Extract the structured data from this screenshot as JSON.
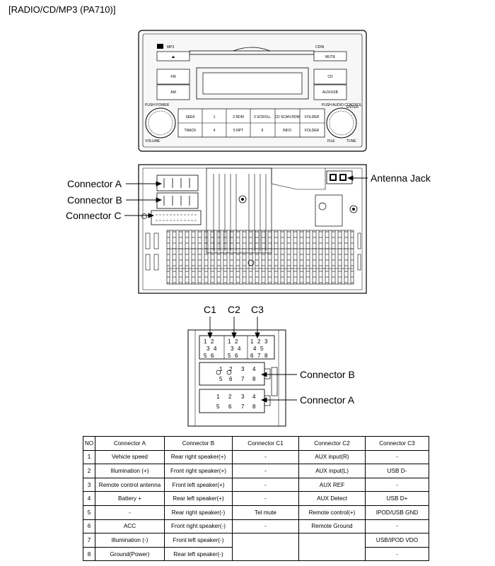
{
  "title": "[RADIO/CD/MP3 (PA710)]",
  "face_labels": {
    "mp3": "MP3",
    "eject": "⏏",
    "cdin": "CDIN",
    "mute": "MUTE",
    "fm": "FM",
    "am": "AM",
    "cd": "CD",
    "aux_usb": "AUX/USB",
    "power": "PUSH POWER",
    "volume": "VOLUME",
    "seek": "SEEK",
    "track": "TRACK",
    "p1": "1",
    "p2": "2 RDM",
    "p3": "3 SCROLL",
    "p4": "4",
    "p5": "5 RPT",
    "p6": "6",
    "cd_scan": "CD SCAN RDM",
    "info": "INFO",
    "folder_up": "FOLDER",
    "folder_down": "FOLDER",
    "audio_control": "PUSH AUDIO CONTROL",
    "enter": "ENTER",
    "file": "FILE",
    "tune": "TUNE"
  },
  "callouts": {
    "connector_a": "Connector A",
    "connector_b": "Connector B",
    "connector_c": "Connector C",
    "antenna_jack": "Antenna Jack"
  },
  "detail": {
    "c1": "C1",
    "c2": "C2",
    "c3": "C3",
    "connector_b": "Connector B",
    "connector_a": "Connector A",
    "c_pins_top": [
      "1",
      "2",
      "1",
      "2",
      "1",
      "2",
      "3"
    ],
    "c_pins_mid": [
      "3",
      "4",
      "3",
      "4",
      "4",
      "5"
    ],
    "c_pins_bot": [
      "5",
      "6",
      "5",
      "6",
      "6",
      "7",
      "8"
    ],
    "ab_pins_top": [
      "1",
      "2",
      "3",
      "4"
    ],
    "ab_pins_bot": [
      "5",
      "6",
      "7",
      "8"
    ]
  },
  "table": {
    "headers": [
      "NO",
      "Connector A",
      "Connector B",
      "Connector C1",
      "Connector C2",
      "Connector C3"
    ],
    "rows": [
      [
        "1",
        "Vehicle speed",
        "Rear right speaker(+)",
        "-",
        "AUX input(R)",
        "-"
      ],
      [
        "2",
        "Illumination (+)",
        "Front right speaker(+)",
        "-",
        "AUX input(L)",
        "USB D-"
      ],
      [
        "3",
        "Remote control antenna",
        "Front left speaker(+)",
        "-",
        "AUX REF",
        "-"
      ],
      [
        "4",
        "Battery +",
        "Rear left speaker(+)",
        "-",
        "AUX Detect",
        "USB D+"
      ],
      [
        "5",
        "-",
        "Rear right speaker(-)",
        "Tel mute",
        "Remote control(+)",
        "IPOD/USB GND"
      ],
      [
        "6",
        "ACC",
        "Front right speaker(-)",
        "-",
        "Remote Ground",
        "-"
      ],
      [
        "7",
        "Illumination (-)",
        "Front left speaker(-)",
        "",
        "",
        "USB/IPOD VDO"
      ],
      [
        "8",
        "Ground(Power)",
        "Rear left speaker(-)",
        "",
        "",
        "-"
      ]
    ]
  }
}
